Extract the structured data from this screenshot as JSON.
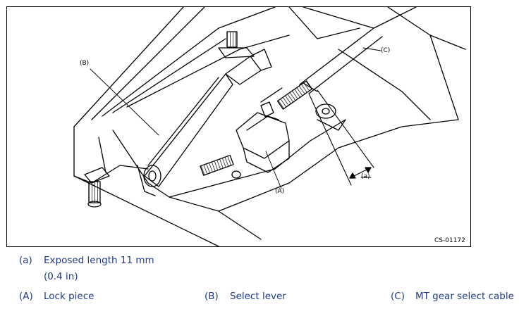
{
  "figure": {
    "labels": {
      "a": "(a)",
      "A": "(A)",
      "B": "(B)",
      "C": "(C)"
    },
    "code": "CS-01172"
  },
  "legend": {
    "a_key": "(a)",
    "a_text_line1": "Exposed length 11 mm",
    "a_text_line2": "(0.4  in)",
    "A_key": "(A)",
    "A_text": "Lock piece",
    "B_key": "(B)",
    "B_text": "Select lever",
    "C_key": "(C)",
    "C_text": "MT gear select cable"
  },
  "colors": {
    "text": "#1f3a8a",
    "line": "#000000"
  }
}
